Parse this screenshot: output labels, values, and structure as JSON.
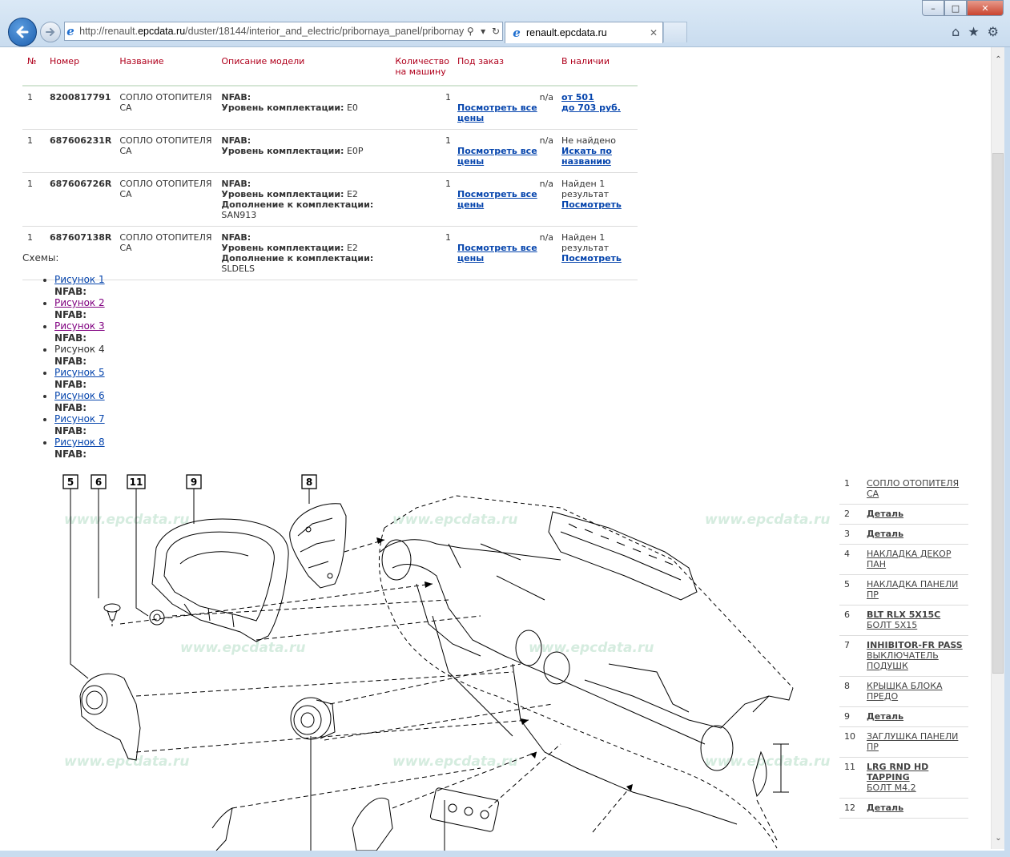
{
  "browser": {
    "url_prefix": "http://renault.",
    "url_domain": "epcdata.ru",
    "url_rest": "/duster/18144/interior_and_electric/pribornaya_panel/pribornay",
    "tab_title": "renault.epcdata.ru"
  },
  "table": {
    "headers": {
      "no": "№",
      "number": "Номер",
      "name": "Название",
      "description": "Описание модели",
      "quantity": "Количество на машину",
      "order": "Под заказ",
      "stock": "В наличии"
    },
    "rows": [
      {
        "idx": "1",
        "number": "8200817791",
        "name": "СОПЛО ОТОПИТЕЛЯ СА",
        "d1_label": "NFAB:",
        "d2_label": "Уровень комплектации:",
        "d2_value": "E0",
        "qty": "1",
        "order_status": "n/a",
        "order_link": "Посмотреть все цены",
        "stock_line1": "от 501",
        "stock_line2": "до 703 руб."
      },
      {
        "idx": "1",
        "number": "687606231R",
        "name": "СОПЛО ОТОПИТЕЛЯ СА",
        "d1_label": "NFAB:",
        "d2_label": "Уровень комплектации:",
        "d2_value": "E0P",
        "qty": "1",
        "order_status": "n/a",
        "order_link": "Посмотреть все цены",
        "stock_text": "Не найдено",
        "stock_link": "Искать по названию"
      },
      {
        "idx": "1",
        "number": "687606726R",
        "name": "СОПЛО ОТОПИТЕЛЯ СА",
        "d1_label": "NFAB:",
        "d2_label": "Уровень комплектации:",
        "d2_value": "E2",
        "d3_label": "Дополнение к комплектации:",
        "d3_value": "SAN913",
        "qty": "1",
        "order_status": "n/a",
        "order_link": "Посмотреть все цены",
        "stock_text": "Найден 1 результат",
        "stock_link": "Посмотреть"
      },
      {
        "idx": "1",
        "number": "687607138R",
        "name": "СОПЛО ОТОПИТЕЛЯ СА",
        "d1_label": "NFAB:",
        "d2_label": "Уровень комплектации:",
        "d2_value": "E2",
        "d3_label": "Дополнение к комплектации:",
        "d3_value": "SLDELS",
        "qty": "1",
        "order_status": "n/a",
        "order_link": "Посмотреть все цены",
        "stock_text": "Найден 1 результат",
        "stock_link": "Посмотреть"
      }
    ]
  },
  "schemes": {
    "label": "Схемы:",
    "nfab": "NFAB:",
    "items": [
      "Рисунок 1",
      "Рисунок 2",
      "Рисунок 3",
      "Рисунок 4",
      "Рисунок 5",
      "Рисунок 6",
      "Рисунок 7",
      "Рисунок 8"
    ]
  },
  "diagram": {
    "watermark": "www.epcdata.ru",
    "callouts": [
      "5",
      "6",
      "11",
      "9",
      "8"
    ]
  },
  "legend": [
    {
      "n": "1",
      "name": "СОПЛО ОТОПИТЕЛЯ СА"
    },
    {
      "n": "2",
      "name": "Деталь"
    },
    {
      "n": "3",
      "name": "Деталь"
    },
    {
      "n": "4",
      "name": "НАКЛАДКА ДЕКОР ПАН"
    },
    {
      "n": "5",
      "name": "НАКЛАДКА ПАНЕЛИ ПР"
    },
    {
      "n": "6",
      "name": "BLT RLX 5X15C",
      "sub": "БОЛТ 5X15"
    },
    {
      "n": "7",
      "name": "INHIBITOR-FR PASS",
      "sub": "ВЫКЛЮЧАТЕЛЬ ПОДУШК"
    },
    {
      "n": "8",
      "name": "КРЫШКА БЛОКА ПРЕДО"
    },
    {
      "n": "9",
      "name": "Деталь"
    },
    {
      "n": "10",
      "name": "ЗАГЛУШКА ПАНЕЛИ ПР"
    },
    {
      "n": "11",
      "name": "LRG RND HD TAPPING",
      "sub": "БОЛТ M4.2"
    },
    {
      "n": "12",
      "name": "Деталь"
    }
  ]
}
